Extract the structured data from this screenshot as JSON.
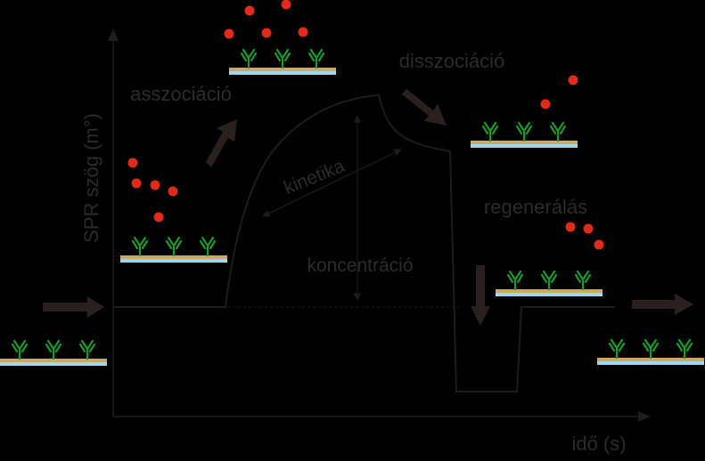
{
  "axes": {
    "y_label": "SPR szög (m°)",
    "x_label": "idő (s)"
  },
  "phases": {
    "association": "asszociáció",
    "dissociation": "disszociáció",
    "regeneration": "regenerálás"
  },
  "annotations": {
    "kinetics": "kinetika",
    "concentration": "koncentráció"
  },
  "colors": {
    "background": "#000000",
    "curve": "#1c1c1c",
    "text": "#2b2b2b",
    "antibody": "#1a9a2a",
    "analyte": "#e02a1a",
    "substrate_gold": "#c9a86a",
    "substrate_glass": "#9fd8ec",
    "arrow": "#2a2020"
  },
  "icons": {
    "antibody": "y-shaped-antibody-icon",
    "analyte": "red-sphere-molecule-icon",
    "flow": "flow-arrow-icon"
  }
}
